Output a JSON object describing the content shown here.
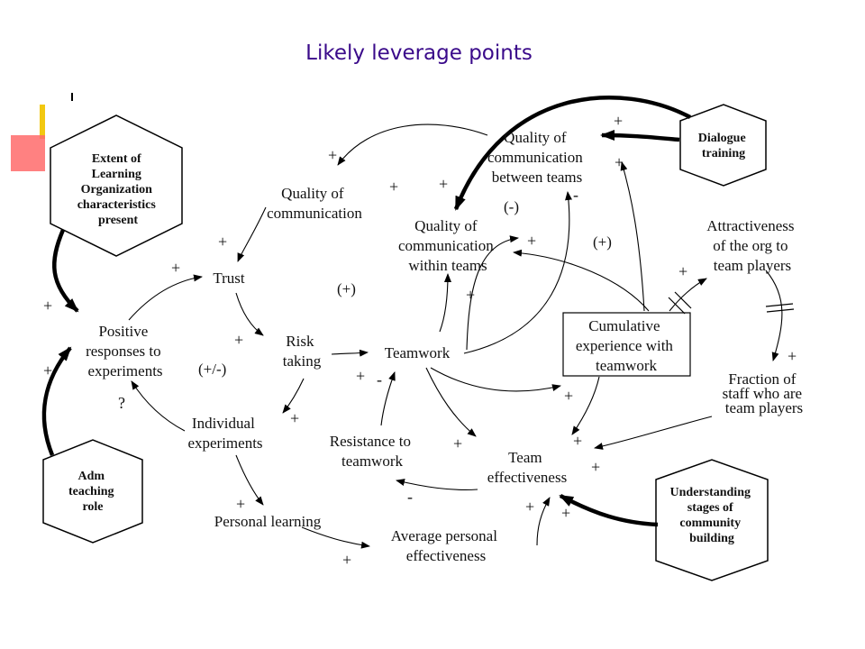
{
  "title": "Likely leverage points",
  "nodes": {
    "extent_lo": [
      "Extent of",
      "Learning",
      "Organization",
      "characteristics",
      "present"
    ],
    "dialogue": [
      "Dialogue",
      "training"
    ],
    "adm_teaching": [
      "Adm",
      "teaching",
      "role"
    ],
    "understanding": [
      "Understanding",
      "stages of",
      "community",
      "building"
    ],
    "qc_between": [
      "Quality of",
      "communication",
      "between teams"
    ],
    "qc": [
      "Quality of",
      "communication"
    ],
    "qc_within": [
      "Quality of",
      "communication",
      "within teams"
    ],
    "attractiveness": [
      "Attractiveness",
      "of the org to",
      "team players"
    ],
    "trust": [
      "Trust"
    ],
    "positive_resp": [
      "Positive",
      "responses to",
      "experiments"
    ],
    "risk": [
      "Risk",
      "taking"
    ],
    "teamwork": [
      "Teamwork"
    ],
    "cumulative": [
      "Cumulative",
      "experience with",
      "teamwork"
    ],
    "fraction": [
      "Fraction of",
      "staff who are",
      "team players"
    ],
    "individual": [
      "Individual",
      "experiments"
    ],
    "resistance": [
      "Resistance to",
      "teamwork"
    ],
    "effectiveness": [
      "Team",
      "effectiveness"
    ],
    "personal_learning": [
      "Personal learning"
    ],
    "avg_personal": [
      "Average personal",
      "effectiveness"
    ]
  },
  "loops": {
    "minus_paren": "(-)",
    "plus_paren_right": "(+)",
    "plus_paren_mid": "(+)",
    "plus_minus": "(+/-)"
  },
  "signs": {
    "plus": "+",
    "minus": "-",
    "question": "?"
  }
}
